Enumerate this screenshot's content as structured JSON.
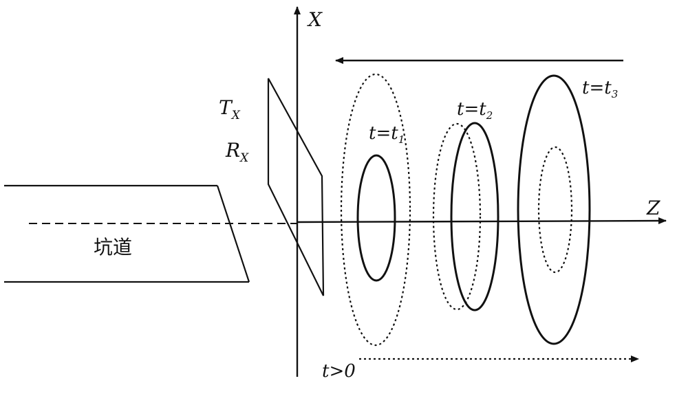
{
  "axes": {
    "x_axis_label": "X",
    "z_axis_label": "Z"
  },
  "antenna": {
    "tx_label": "T",
    "tx_sub": "X",
    "rx_label": "R",
    "rx_sub": "X"
  },
  "tunnel": {
    "label": "坑道"
  },
  "rings": [
    {
      "t": "t",
      "eq": "=",
      "sub_var": "t",
      "sub": "1"
    },
    {
      "t": "t",
      "eq": "=",
      "sub_var": "t",
      "sub": "2"
    },
    {
      "t": "t",
      "eq": "=",
      "sub_var": "t",
      "sub": "3"
    }
  ],
  "time_arrow": {
    "label": "t>0"
  }
}
